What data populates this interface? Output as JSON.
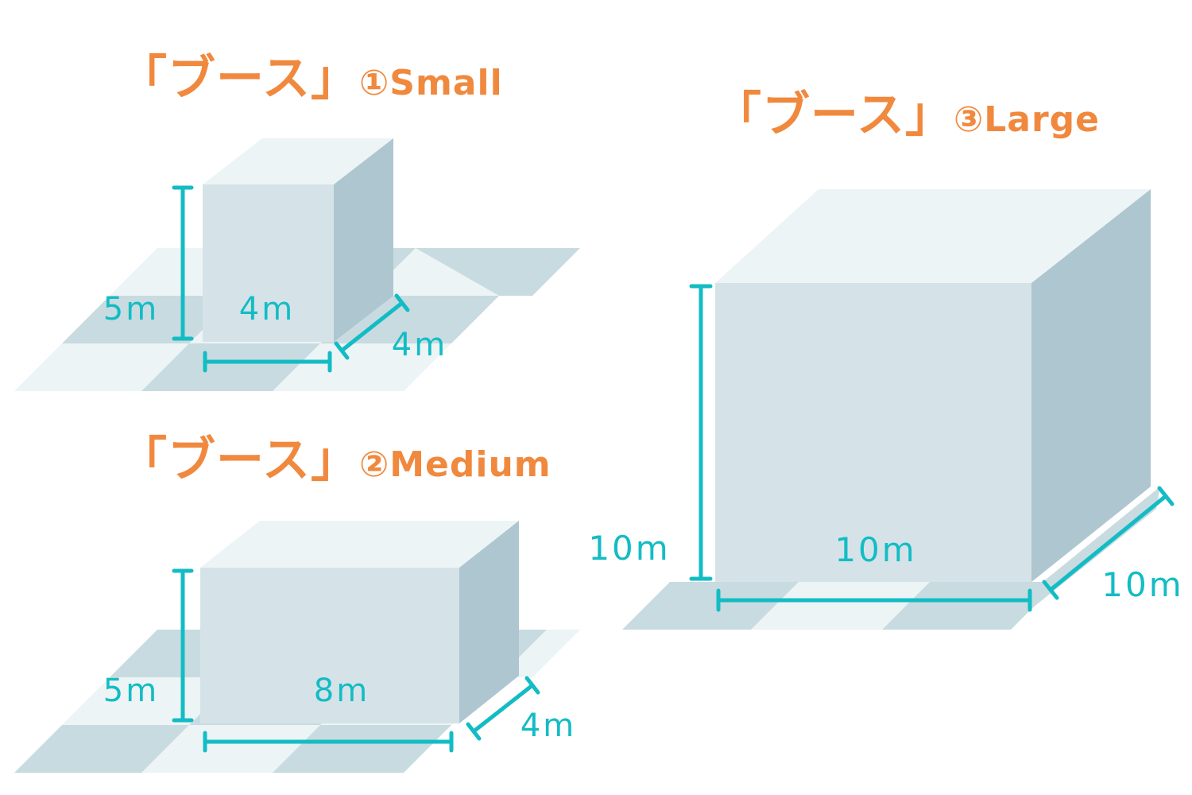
{
  "colors": {
    "title": "#f0893e",
    "dimension": "#13bcc4",
    "tile_dark": "#c8dbe0",
    "tile_light": "#ecf4f6",
    "box_front": "#d5e3e9",
    "box_top": "#edf4f6",
    "box_side": "#aec6cf"
  },
  "booths": {
    "small": {
      "title_jp": "「ブース」",
      "title_en": "①Small",
      "height_label": "5m",
      "width_label": "4m",
      "depth_label": "4m"
    },
    "medium": {
      "title_jp": "「ブース」",
      "title_en": "②Medium",
      "height_label": "5m",
      "width_label": "8m",
      "depth_label": "4m"
    },
    "large": {
      "title_jp": "「ブース」",
      "title_en": "③Large",
      "height_label": "10m",
      "width_label": "10m",
      "depth_label": "10m"
    }
  }
}
